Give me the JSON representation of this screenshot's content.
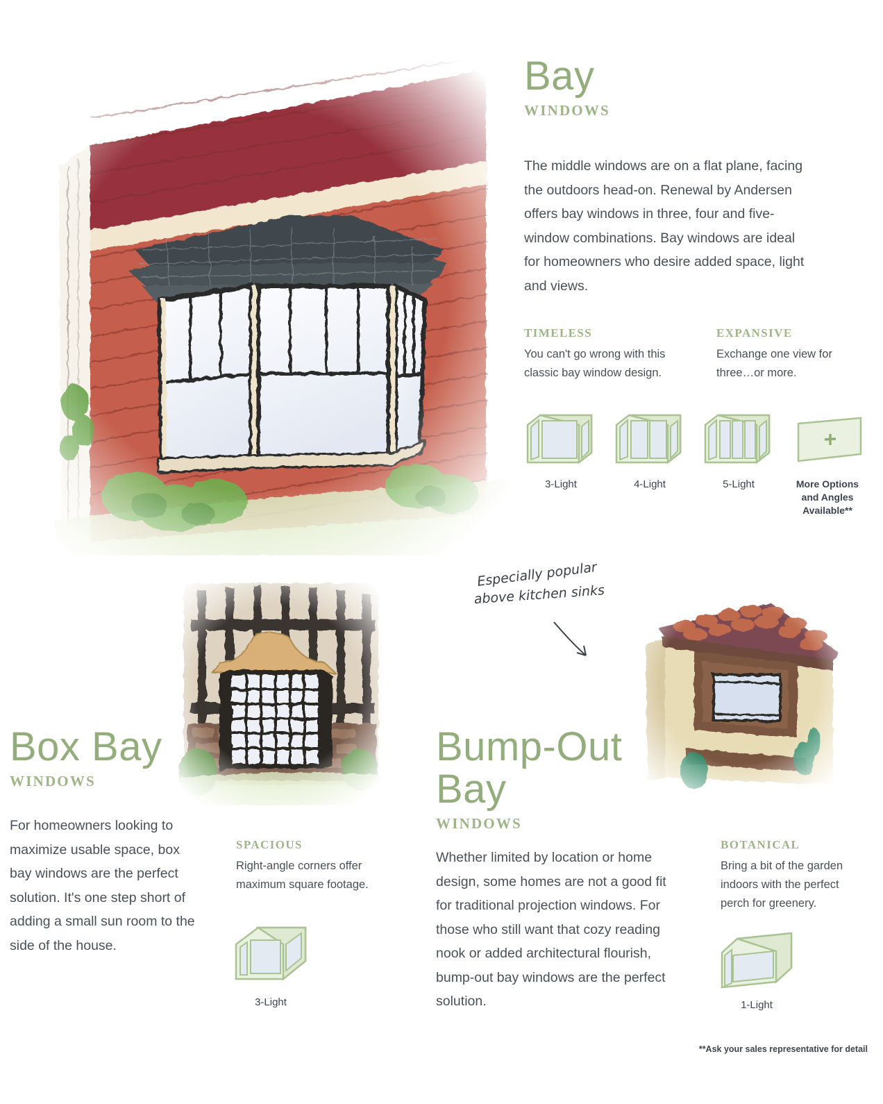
{
  "bay": {
    "title": "Bay",
    "subtitle": "WINDOWS",
    "body": "The middle windows are on a flat plane, facing the outdoors head-on. Renewal by Andersen offers bay windows in three, four and five-window combinations. Bay windows are ideal for homeowners who desire added space, light and views.",
    "features": [
      {
        "title": "TIMELESS",
        "body": "You can't go wrong with this classic bay window design."
      },
      {
        "title": "EXPANSIVE",
        "body": "Exchange one view for three…or more."
      }
    ],
    "options": [
      {
        "label": "3-Light",
        "lights": 3
      },
      {
        "label": "4-Light",
        "lights": 4
      },
      {
        "label": "5-Light",
        "lights": 5
      },
      {
        "label": "More Options and Angles Available**",
        "lights": 0
      }
    ],
    "illustration_alt": "Bay window on red clapboard house with shingled roof and shrubs"
  },
  "box_bay": {
    "title": "Box Bay",
    "subtitle": "WINDOWS",
    "body": "For homeowners looking to maximize usable space, box bay windows are the perfect solution. It's one step short of adding a small sun room to the side of the house.",
    "feature": {
      "title": "SPACIOUS",
      "body": "Right-angle corners offer maximum square footage."
    },
    "option": {
      "label": "3-Light"
    },
    "illustration_alt": "Box bay window with copper roof on stone and timber house"
  },
  "bump_out": {
    "title_line1": "Bump-Out",
    "title_line2": "Bay",
    "subtitle": "WINDOWS",
    "body": "Whether limited by location or home design, some homes are not a good fit for traditional projection windows. For those who still want that cozy reading nook or added architectural flourish, bump-out bay windows are the perfect solution.",
    "feature": {
      "title": "BOTANICAL",
      "body": "Bring a bit of the garden indoors with the perfect perch for greenery."
    },
    "option": {
      "label": "1-Light"
    },
    "illustration_alt": "Bump-out bay window on stucco house with terracotta tile roof"
  },
  "annotation": {
    "line1": "Especially popular",
    "line2": "above kitchen sinks"
  },
  "footnote": "**Ask your sales representative for detail",
  "colors": {
    "heading_green": "#93ad7c",
    "subhead_green": "#9db587",
    "body_text": "#4a5059",
    "diagram_frame": "#b9cfa2",
    "diagram_glass": "#e4eaf2"
  }
}
